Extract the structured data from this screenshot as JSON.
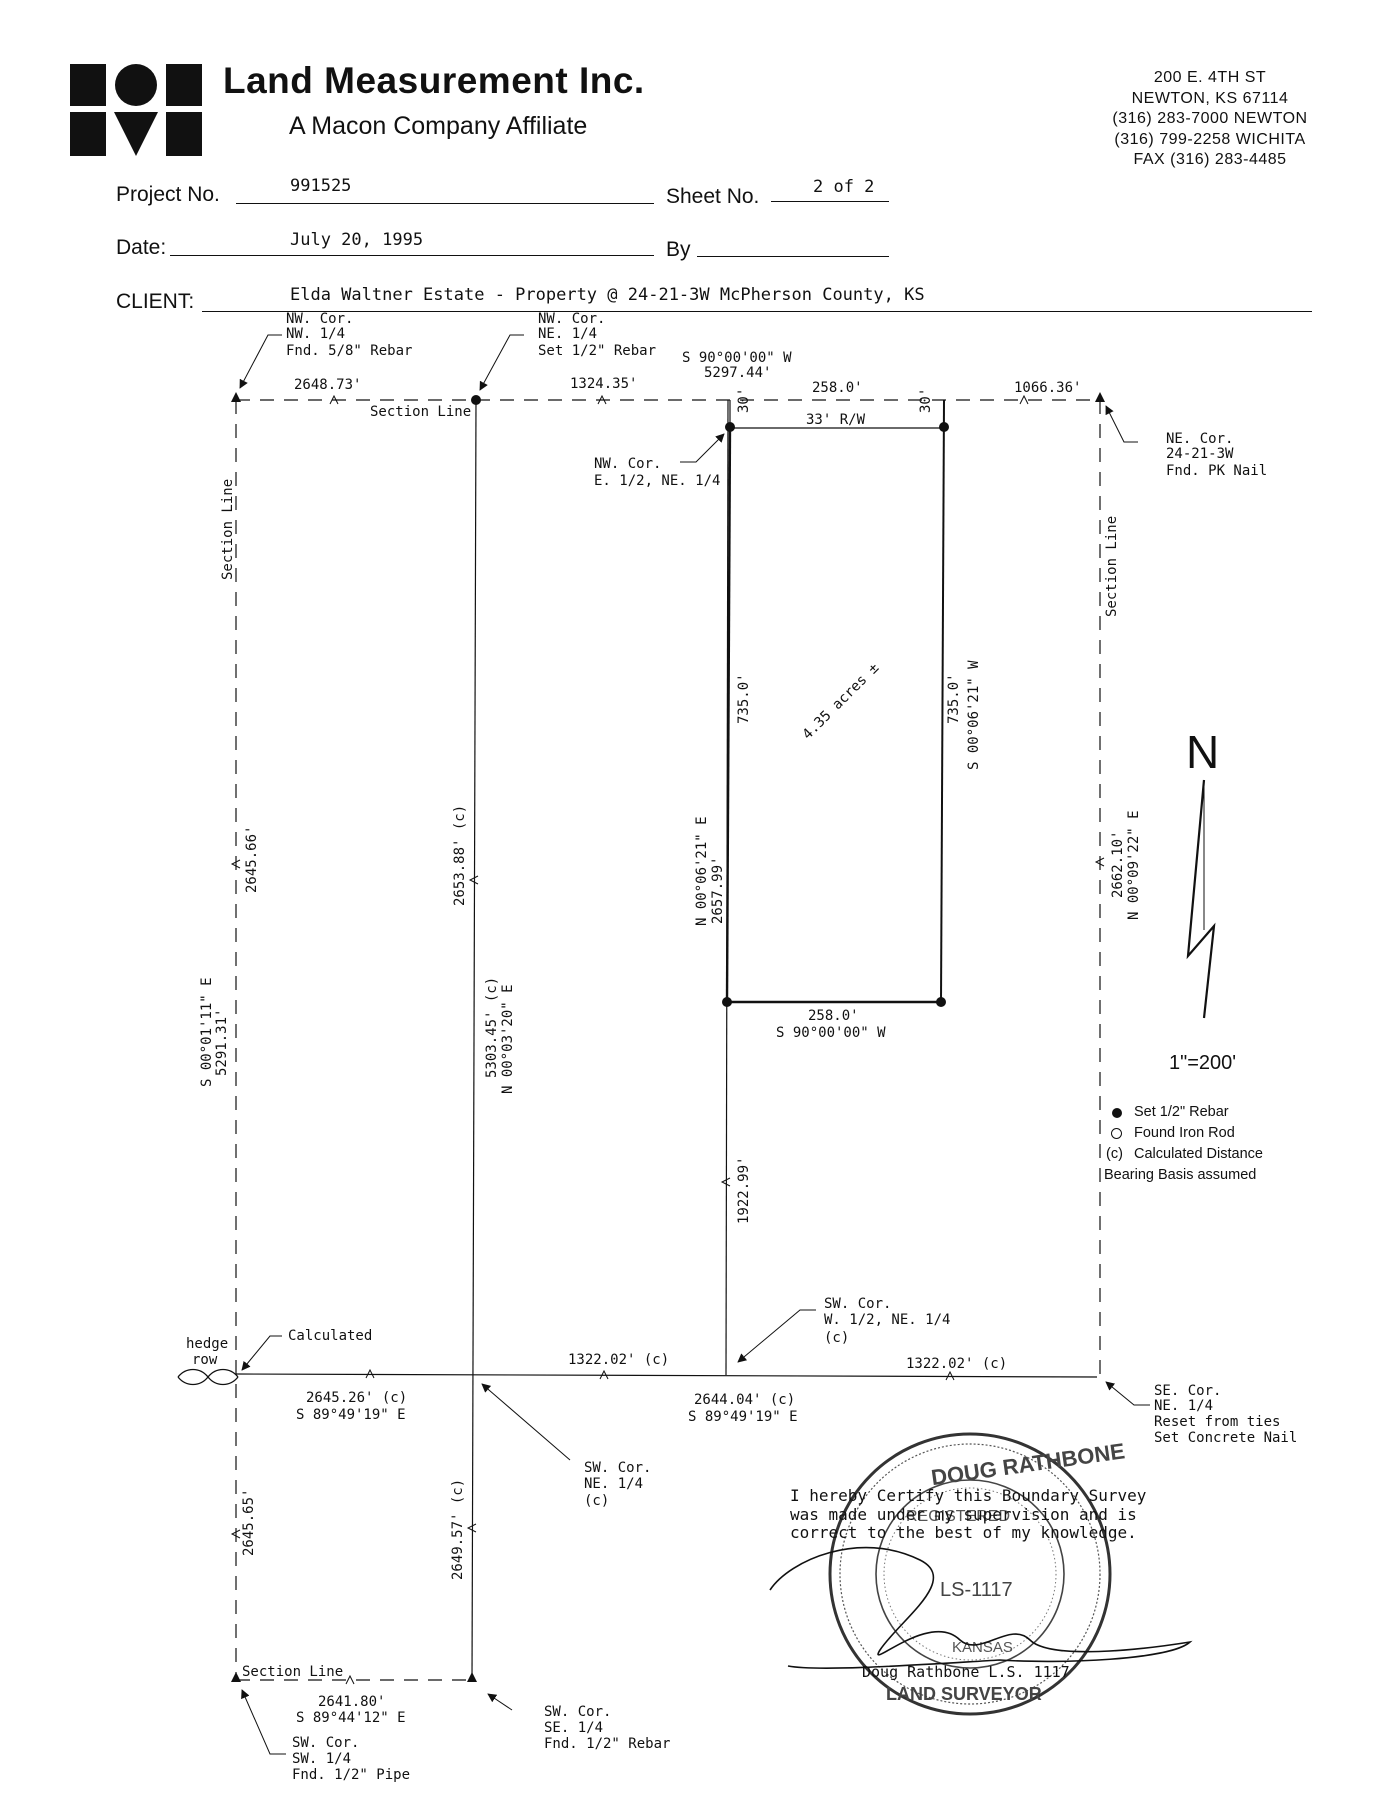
{
  "company": {
    "name": "Land Measurement Inc.",
    "affiliate": "A Macon Company Affiliate",
    "address": [
      "200 E. 4TH ST",
      "NEWTON, KS 67114",
      "(316) 283-7000 NEWTON",
      "(316) 799-2258 WICHITA",
      "FAX (316) 283-4485"
    ]
  },
  "form": {
    "project_label": "Project No.",
    "project_value": "991525",
    "sheet_label": "Sheet No.",
    "sheet_value": "2 of 2",
    "date_label": "Date:",
    "date_value": "July 20, 1995",
    "by_label": "By",
    "by_value": "",
    "client_label": "CLIENT:",
    "client_value": "Elda Waltner Estate - Property @ 24-21-3W  McPherson County, KS"
  },
  "plat": {
    "corners": {
      "nw_nw": [
        "NW. Cor.",
        "NW. 1/4",
        "Fnd. 5/8\" Rebar"
      ],
      "nw_ne": [
        "NW. Cor.",
        "NE. 1/4",
        "Set 1/2\" Rebar"
      ],
      "ne_cor": [
        "NE. Cor.",
        "24-21-3W",
        "Fnd. PK Nail"
      ],
      "nw_e_half": [
        "NW. Cor.",
        "E. 1/2, NE. 1/4"
      ],
      "sw_w_half": [
        "SW. Cor.",
        "W. 1/2, NE. 1/4",
        "(c)"
      ],
      "se_cor": [
        "SE. Cor.",
        "NE. 1/4",
        "Reset from ties",
        "Set Concrete Nail"
      ],
      "sw_ne": [
        "SW. Cor.",
        "NE. 1/4",
        "(c)"
      ],
      "sw_se": [
        "SW. Cor.",
        "SE. 1/4",
        "Fnd. 1/2\" Rebar"
      ],
      "sw_sw": [
        "SW. Cor.",
        "SW. 1/4",
        "Fnd. 1/2\" Pipe"
      ],
      "calculated": "Calculated",
      "hedge_row": [
        "hedge",
        "row"
      ]
    },
    "top": {
      "dist_west": "2648.73'",
      "section_line": "Section Line",
      "dist_mid": "1324.35'",
      "bearing_total": [
        "S 90°00'00\" W",
        "5297.44'"
      ],
      "dist_parcel": "258.0'",
      "dist_east": "1066.36'"
    },
    "parcel": {
      "row_30_left": "30'",
      "row_label": "33' R/W",
      "row_30_right": "30'",
      "west_side": "735.0'",
      "east_side": [
        "735.0'",
        "S 00°06'21\" W"
      ],
      "area": "4.35 acres ±",
      "south_side": [
        "258.0'",
        "S 90°00'00\" W"
      ]
    },
    "mid_line": [
      "N 00°06'21\" E",
      "2657.99'"
    ],
    "mid_lower": "1922.99'",
    "east_line": [
      "2662.10'",
      "N 00°09'22\" E"
    ],
    "east_section_line": "Section Line",
    "west_section_line": "Section Line",
    "west_upper": "2645.66'",
    "west_line": [
      "S 00°01'11\" E",
      "5291.31'"
    ],
    "west_lower": "2645.65'",
    "q_line_upper": "2653.88' (c)",
    "q_line": [
      "5303.45' (c)",
      "N 00°03'20\" E"
    ],
    "q_line_lower": "2649.57' (c)",
    "south_mid": {
      "dist_left": "1322.02' (c)",
      "dist_right": "1322.02' (c)",
      "west_seg": [
        "2645.26' (c)",
        "S 89°49'19\" E"
      ],
      "east_seg": [
        "2644.04' (c)",
        "S 89°49'19\" E"
      ]
    },
    "bottom": {
      "section_line": "Section Line",
      "dist": [
        "2641.80'",
        "S 89°44'12\" E"
      ]
    }
  },
  "north": {
    "label": "N",
    "scale": "1\"=200'"
  },
  "legend": [
    {
      "symbol": "filled-dot",
      "text": "Set 1/2\" Rebar"
    },
    {
      "symbol": "open-circle",
      "text": "Found Iron Rod"
    },
    {
      "symbol": "(c)",
      "text": "Calculated Distance"
    },
    {
      "symbol": "",
      "text": "Bearing Basis assumed"
    }
  ],
  "certification": [
    "I hereby Certify this Boundary Survey",
    "was made under my supervision and is",
    "correct to the best of my knowledge."
  ],
  "seal": {
    "name": "DOUG RATHBONE",
    "registered": "REGISTERED",
    "license": "LS-1117",
    "state": "KANSAS",
    "surveyor": "LAND SURVEYOR",
    "signer": "Doug Rathbone L.S. 1117"
  }
}
